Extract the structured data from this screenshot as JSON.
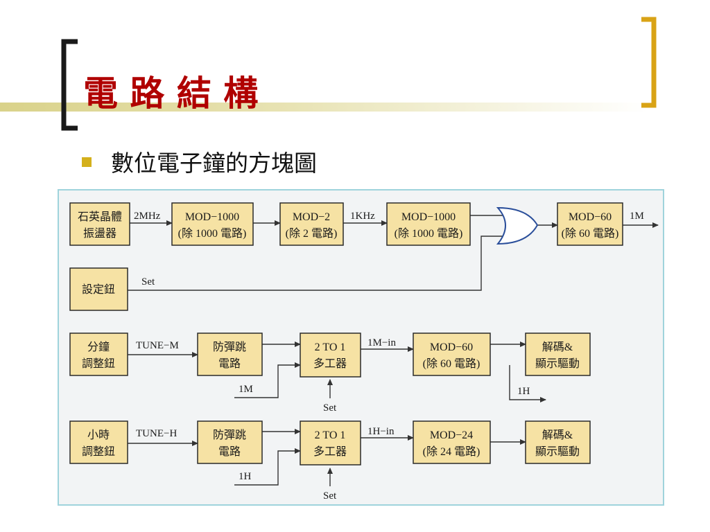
{
  "slide": {
    "title": "電 路 結 構",
    "bullet": "數位電子鐘的方塊圖"
  },
  "colors": {
    "title": "#b00000",
    "bracket": "#1a1a1a",
    "bracket_right": "#d9a316",
    "bullet_square": "#d4b01c",
    "box_fill": "#f6e2a4",
    "panel_fill": "#f2f4f5",
    "panel_border": "#9fd3dc",
    "or_gate": "#2a4e9a"
  },
  "diagram": {
    "blocks": {
      "crystal": [
        "石英晶體",
        "振盪器"
      ],
      "mod1000a": [
        "MOD−1000",
        "(除 1000 電路)"
      ],
      "mod2": [
        "MOD−2",
        "(除 2 電路)"
      ],
      "mod1000b": [
        "MOD−1000",
        "(除 1000 電路)"
      ],
      "mod60a": [
        "MOD−60",
        "(除 60 電路)"
      ],
      "setbtn": [
        "設定鈕"
      ],
      "min_btn": [
        "分鐘",
        "調整鈕"
      ],
      "debounce1": [
        "防彈跳",
        "電路"
      ],
      "mux1": [
        "2 TO 1",
        "多工器"
      ],
      "mod60b": [
        "MOD−60",
        "(除 60 電路)"
      ],
      "decode1": [
        "解碼&",
        "顯示驅動"
      ],
      "hr_btn": [
        "小時",
        "調整鈕"
      ],
      "debounce2": [
        "防彈跳",
        "電路"
      ],
      "mux2": [
        "2 TO 1",
        "多工器"
      ],
      "mod24": [
        "MOD−24",
        "(除 24 電路)"
      ],
      "decode2": [
        "解碼&",
        "顯示驅動"
      ]
    },
    "signals": {
      "s2mhz": "2MHz",
      "s1khz": "1KHz",
      "s1m_out": "1M",
      "set": "Set",
      "tune_m": "TUNE−M",
      "in_1m": "1M",
      "set_mux1": "Set",
      "m_in": "1M−in",
      "out_1h": "1H",
      "tune_h": "TUNE−H",
      "in_1h": "1H",
      "set_mux2": "Set",
      "h_in": "1H−in"
    }
  }
}
